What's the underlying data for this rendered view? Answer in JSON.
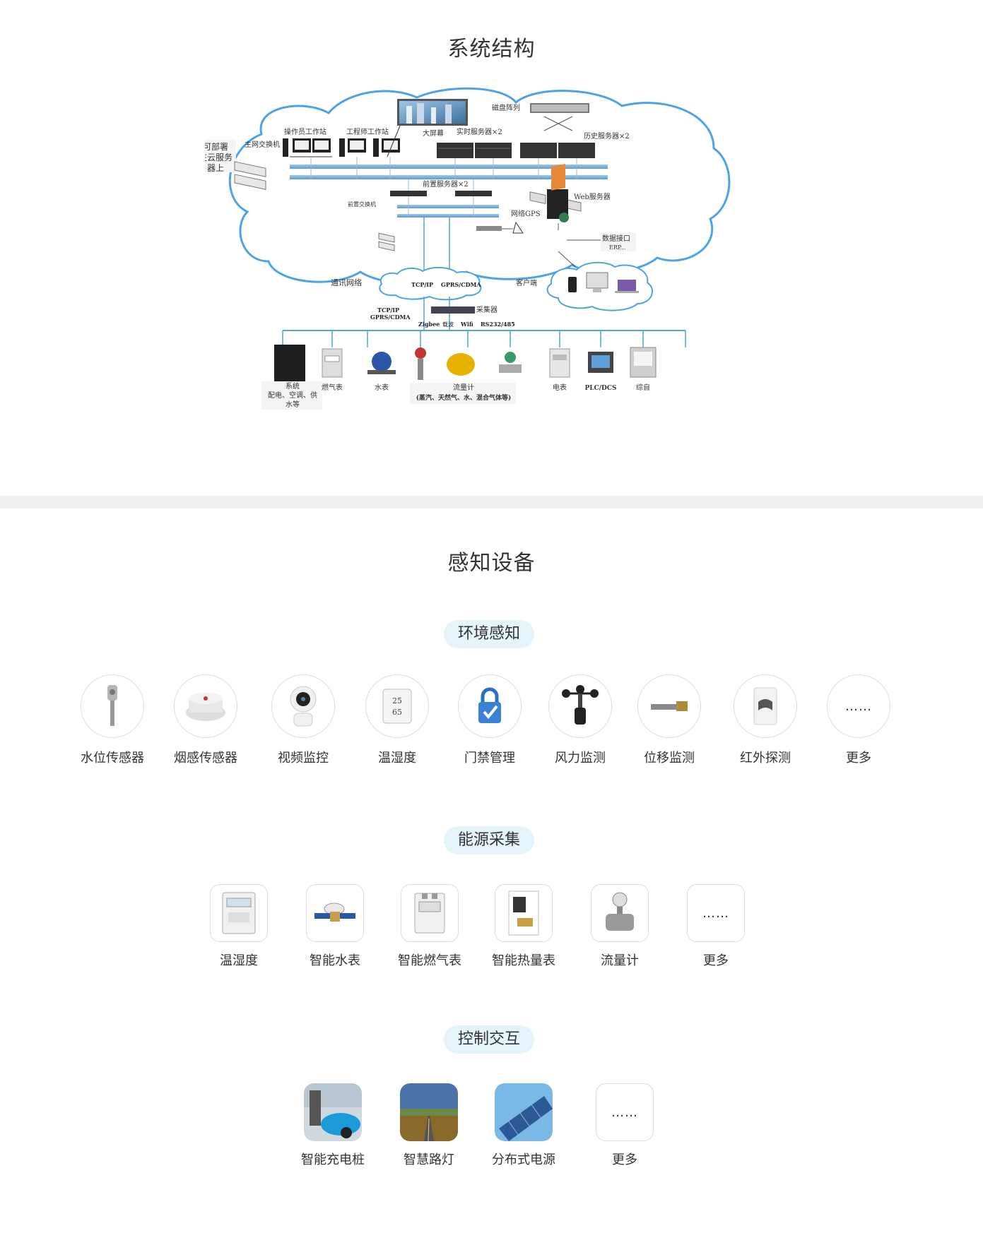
{
  "sections": {
    "system_structure_title": "系统结构",
    "sensing_title": "感知设备"
  },
  "diagram": {
    "deploy_note": [
      "可部署",
      "在云服务",
      "器上"
    ],
    "main_switch": "主网交换机",
    "operator_station": "操作员工作站",
    "engineer_station": "工程师工作站",
    "big_screen": "大屏幕",
    "realtime_server": "实时服务器×2",
    "disk_array": "磁盘阵列",
    "history_server": "历史服务器×2",
    "front_server": "前置服务器×2",
    "front_switch": "前置交换机",
    "web_server": "Web服务器",
    "network_gps": "网络GPS",
    "data_interface": [
      "数据接口",
      "ERP..."
    ],
    "comm_network": "通讯网络",
    "tcpip": "TCP/IP",
    "gprs": "GPRS/CDMA",
    "client": "客户端",
    "left_proto": [
      "TCP/IP",
      "GPRS/CDMA"
    ],
    "collector": "采集器",
    "bus_protocols": [
      "Zigbee",
      "载波",
      "Wifi",
      "RS232/485"
    ],
    "devices": {
      "system": [
        "系统",
        "配电、空调、供",
        "水等"
      ],
      "gas_meter": "燃气表",
      "water_meter": "水表",
      "flow_meter": [
        "流量计",
        "(蒸汽、天然气、水、混合气体等)"
      ],
      "elec_meter": "电表",
      "plc": "PLC/DCS",
      "integrated": "综自"
    }
  },
  "environment": {
    "pill": "环境感知",
    "items": [
      {
        "label": "水位传感器",
        "icon": "water-level-sensor-icon"
      },
      {
        "label": "烟感传感器",
        "icon": "smoke-sensor-icon"
      },
      {
        "label": "视频监控",
        "icon": "camera-icon"
      },
      {
        "label": "温湿度",
        "icon": "thermo-hygrometer-icon"
      },
      {
        "label": "门禁管理",
        "icon": "access-lock-icon"
      },
      {
        "label": "风力监测",
        "icon": "anemometer-icon"
      },
      {
        "label": "位移监测",
        "icon": "displacement-sensor-icon"
      },
      {
        "label": "红外探测",
        "icon": "infrared-detector-icon"
      },
      {
        "label": "更多",
        "icon": "more-icon",
        "dots": "……"
      }
    ]
  },
  "energy": {
    "pill": "能源采集",
    "items": [
      {
        "label": "温湿度",
        "icon": "electric-meter-icon"
      },
      {
        "label": "智能水表",
        "icon": "water-meter-icon"
      },
      {
        "label": "智能燃气表",
        "icon": "gas-meter-icon"
      },
      {
        "label": "智能热量表",
        "icon": "heat-meter-icon"
      },
      {
        "label": "流量计",
        "icon": "flow-meter-icon"
      },
      {
        "label": "更多",
        "icon": "more-icon",
        "dots": "……"
      }
    ]
  },
  "control": {
    "pill": "控制交互",
    "items": [
      {
        "label": "智能充电桩",
        "icon": "charging-pile-icon"
      },
      {
        "label": "智慧路灯",
        "icon": "street-light-icon"
      },
      {
        "label": "分布式电源",
        "icon": "solar-panel-icon"
      },
      {
        "label": "更多",
        "icon": "more-icon",
        "dots": "……"
      }
    ]
  },
  "colors": {
    "accent_blue": "#4da3e6",
    "pill_bg": "#e5f3fa",
    "divider": "#efefef"
  }
}
